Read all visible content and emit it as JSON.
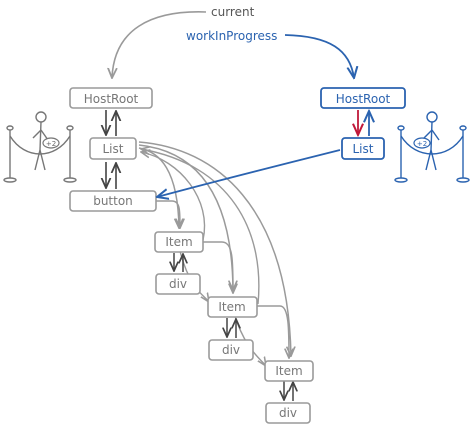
{
  "labels": {
    "current": "current",
    "work_in_progress": "workInProgress"
  },
  "current_tree": {
    "host_root": "HostRoot",
    "list": "List",
    "button": "button",
    "item1": "Item",
    "div1": "div",
    "item2": "Item",
    "div2": "div",
    "item3": "Item",
    "div3": "div"
  },
  "wip_tree": {
    "host_root": "HostRoot",
    "list": "List"
  },
  "badges": {
    "left": "+2",
    "right": "+2"
  },
  "colors": {
    "current_tree": "#9a9a9a",
    "wip_tree": "#2b63b0",
    "alternate_link": "#c0183a",
    "ink": "#333333",
    "background": "#ffffff"
  }
}
